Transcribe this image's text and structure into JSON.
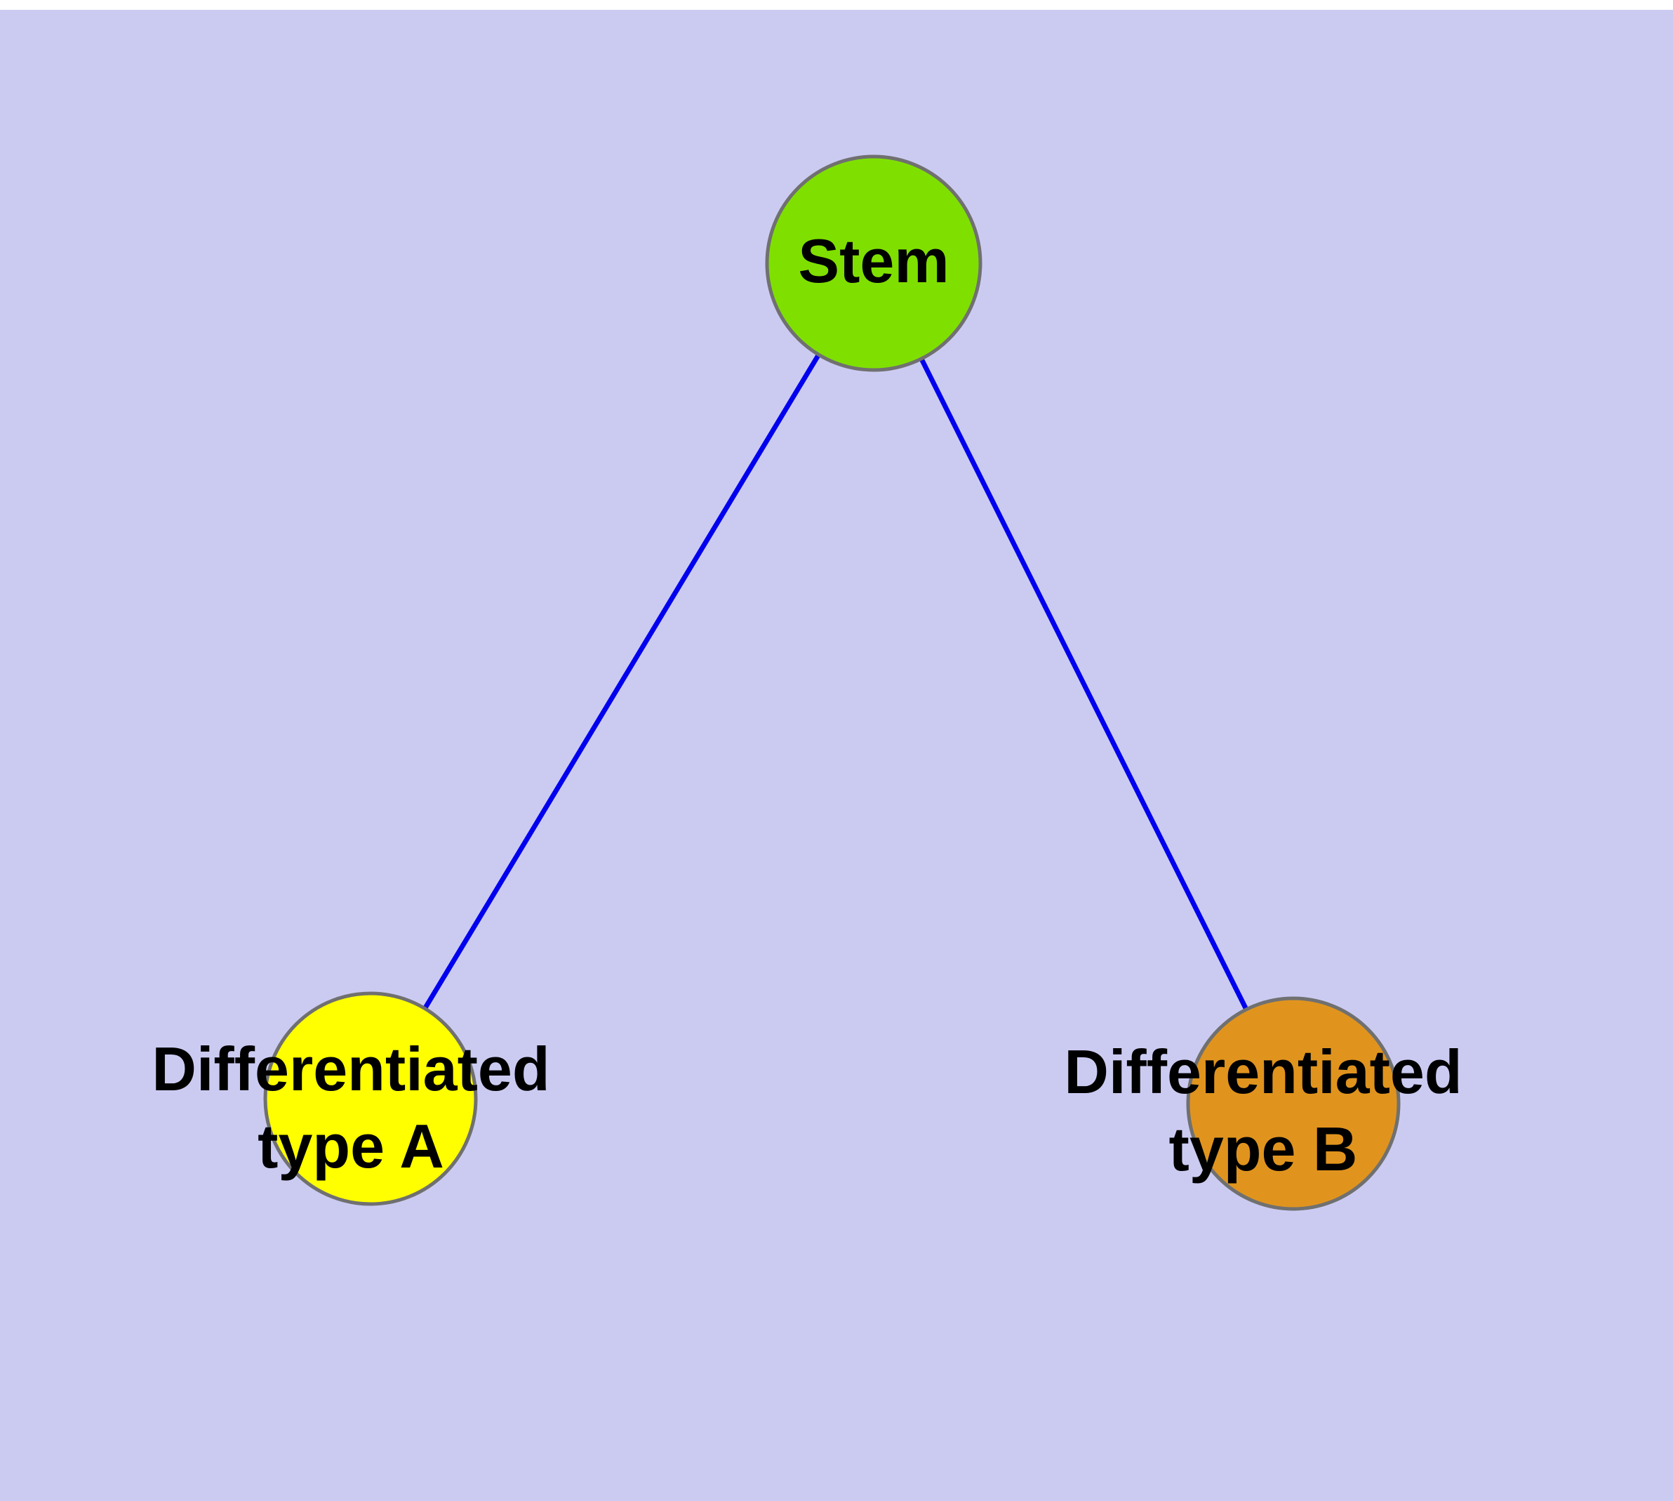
{
  "canvas": {
    "background": "#cbcbf2",
    "top_margin_color": "#ffffff"
  },
  "diagram": {
    "type": "graph",
    "edge_color": "#0000ee",
    "node_border_color": "#707070",
    "text_color": "#000000",
    "nodes": {
      "stem": {
        "label": "Stem",
        "color": "#7fe000"
      },
      "typeA": {
        "label": "Differentiated\ntype A",
        "color": "#ffff00"
      },
      "typeB": {
        "label": "Differentiated\ntype B",
        "color": "#e0941e"
      }
    },
    "edges": [
      {
        "from": "Stem",
        "to": "Differentiated type A"
      },
      {
        "from": "Stem",
        "to": "Differentiated type B"
      }
    ]
  }
}
